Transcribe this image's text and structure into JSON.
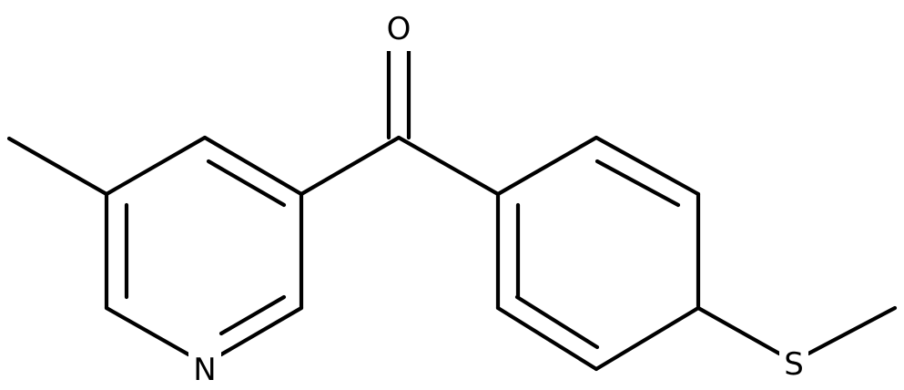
{
  "molecule": {
    "atoms": [
      {
        "id": "O1",
        "symbol": "O"
      },
      {
        "id": "N1",
        "symbol": "N"
      },
      {
        "id": "S1",
        "symbol": "S"
      }
    ]
  }
}
